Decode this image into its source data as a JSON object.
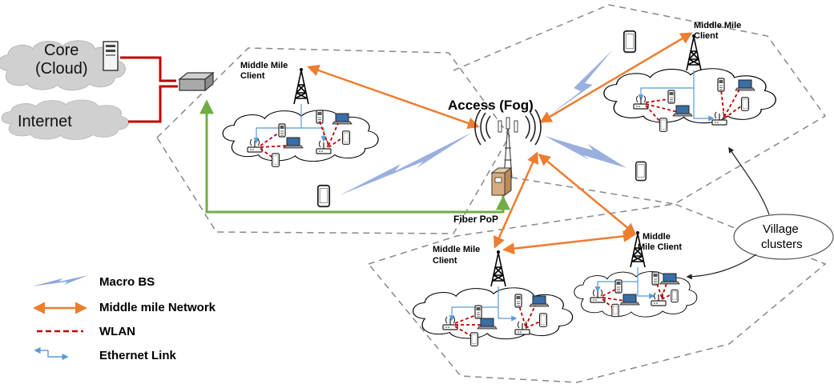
{
  "labels": {
    "core_line1": "Core",
    "core_line2": "(Cloud)",
    "internet": "Internet",
    "access": "Access (Fog)",
    "fiber_pop": "Fiber PoP",
    "village_line1": "Village",
    "village_line2": "clusters",
    "mm_client_left_1": "Middle Mile",
    "mm_client_left_2": "Client",
    "mm_client_topright_1": "Middle Mile",
    "mm_client_topright_2": "Client",
    "mm_client_bottom_1": "Middle Mile",
    "mm_client_bottom_2": "Client",
    "mm_client_bottomright_1": "Middle",
    "mm_client_bottomright_2": "Mile Client"
  },
  "legend": [
    {
      "label": "Macro BS",
      "icon": "lightning-link-icon",
      "color": "#8fa8dc"
    },
    {
      "label": "Middle mile Network",
      "icon": "double-arrow-icon",
      "color": "#ed7d31"
    },
    {
      "label": "WLAN",
      "icon": "dashed-line-icon",
      "color": "#c00000"
    },
    {
      "label": "Ethernet Link",
      "icon": "ethernet-arrow-icon",
      "color": "#5b9bd5"
    }
  ],
  "colors": {
    "middle_mile": "#ed7d31",
    "fiber": "#70ad47",
    "core_link": "#c00000",
    "wlan": "#c00000",
    "ethernet": "#5b9bd5",
    "macro_bs": "#8fa8dc",
    "cloud_fill": "#d9d9d9"
  }
}
